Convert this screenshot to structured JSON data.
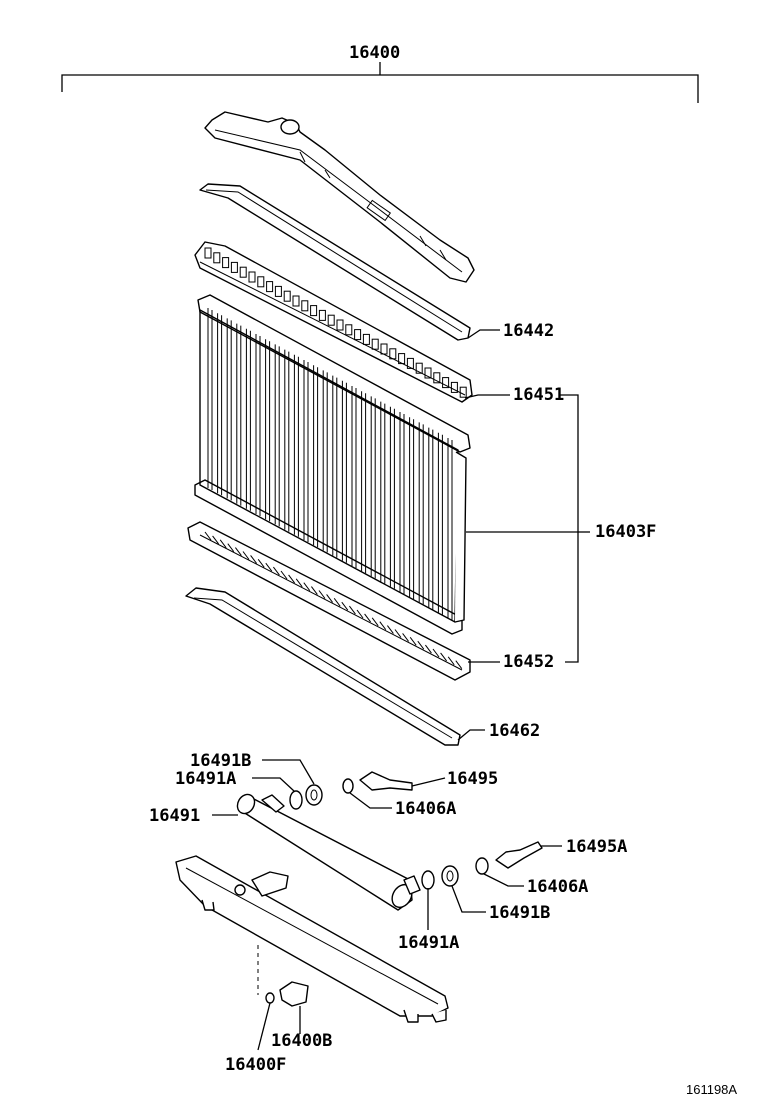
{
  "diagram": {
    "labels": {
      "assembly": "16400",
      "upper_gasket": "16442",
      "upper_tank": "16451",
      "core": "16403F",
      "lower_tank": "16452",
      "lower_gasket": "16462",
      "plug_washer_b_left": "16491B",
      "plug_oring_a_left": "16491A",
      "pipe": "16491",
      "hose_upper": "16495",
      "nut_upper": "16406A",
      "hose_right": "16495A",
      "nut_right": "16406A",
      "plug_washer_b_right": "16491B",
      "plug_oring_a_right": "16491A",
      "drain_cock": "16400B",
      "drain_oring": "16400F",
      "figure_id": "161198A"
    }
  }
}
